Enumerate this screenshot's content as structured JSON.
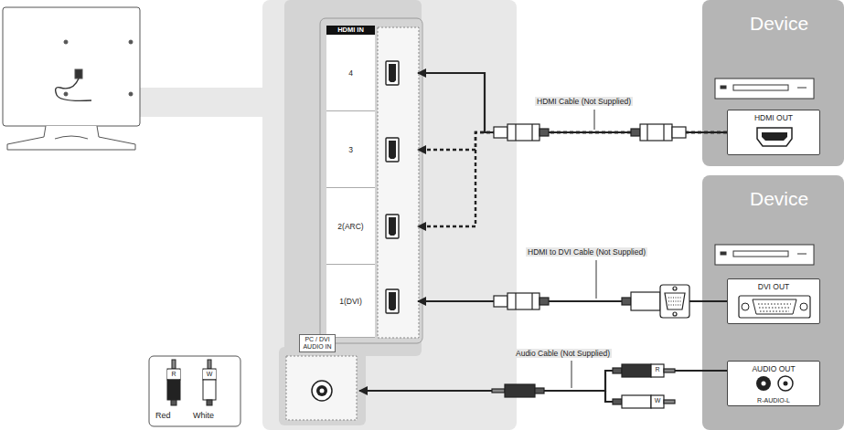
{
  "diagram": {
    "nodes": [
      {
        "text": [
          "HDMI IN"
        ]
      },
      {
        "text": [
          "4"
        ],
        "in": 0
      },
      {
        "text": [
          "3"
        ],
        "in": 0
      },
      {
        "text": [
          "2(ARC)"
        ],
        "in": 0
      },
      {
        "text": [
          "1(DVI)"
        ],
        "in": 0
      },
      {
        "text": [
          "PC / DVI AUDIO IN"
        ]
      },
      {
        "text": [
          "Device"
        ]
      },
      {
        "text": [
          "HDMI OUT"
        ],
        "in": 6
      },
      {
        "text": [
          "Device"
        ]
      },
      {
        "text": [
          "DVI OUT"
        ],
        "in": 8
      },
      {
        "text": [
          "AUDIO OUT",
          "R-AUDIO-L"
        ],
        "in": 8
      }
    ],
    "edges": [
      {
        "from": 7,
        "to": 1,
        "arrow": "to",
        "label": "HDMI Cable (Not Supplied)"
      },
      {
        "from": 7,
        "to": 2,
        "arrow": "to"
      },
      {
        "from": 7,
        "to": 3,
        "arrow": "to"
      },
      {
        "from": 9,
        "to": 4,
        "arrow": "to",
        "label": "HDMI to DVI Cable (Not Supplied)"
      },
      {
        "from": 10,
        "to": 5,
        "arrow": "to",
        "label": "Audio Cable (Not Supplied)"
      }
    ],
    "labels": [
      "R",
      "W",
      "R",
      "W"
    ],
    "legend": [
      {
        "text": "Red"
      },
      {
        "text": "White"
      }
    ]
  }
}
